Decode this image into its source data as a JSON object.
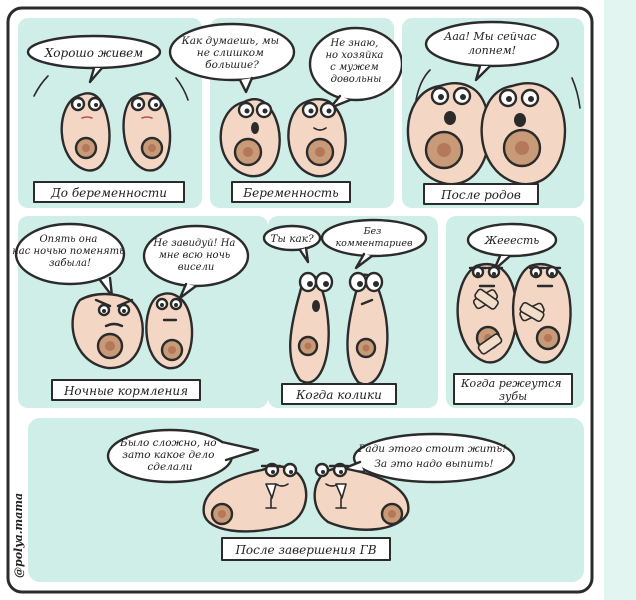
{
  "colors": {
    "panel": "#cfeee7",
    "skin": "#f3d7c4",
    "skin_shade": "#e4b69c",
    "areola": "#c89a78",
    "nipple": "#b4785a",
    "band_aid": "#f2ddc9",
    "ink": "#2b2b2b"
  },
  "panels": [
    {
      "caption": "До беременности",
      "bubbles": [
        "Хорошо живем"
      ]
    },
    {
      "caption": "Беременность",
      "bubbles": [
        "Как думаешь, мы не слишком большие?",
        "Не знаю, но хозяйка с мужем довольны"
      ]
    },
    {
      "caption": "После родов",
      "bubbles": [
        "Ааа! Мы сейчас лопнем!"
      ]
    },
    {
      "caption": "Ночные кормления",
      "bubbles": [
        "Опять она нас ночью поменять забыла!",
        "Не завидуй! На мне всю ночь висели"
      ]
    },
    {
      "caption": "Когда колики",
      "bubbles": [
        "Ты как?",
        "Без комментариев"
      ]
    },
    {
      "caption": "Когда режеутся зубы",
      "bubbles": [
        "Жееесть"
      ]
    },
    {
      "caption": "После завершения ГВ",
      "bubbles": [
        "Было сложно, но зато какое дело сделали",
        "Ради этого стоит жить! За это надо выпить!"
      ]
    }
  ],
  "watermark": "@polya.mama"
}
